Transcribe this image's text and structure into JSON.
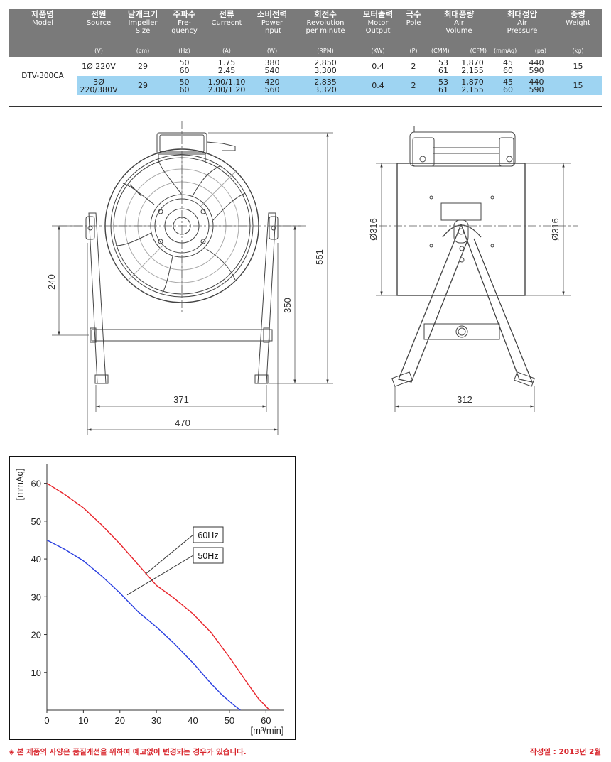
{
  "table": {
    "headers": [
      {
        "ko": "제품명",
        "en": [
          "Model"
        ],
        "unit": ""
      },
      {
        "ko": "전원",
        "en": [
          "Source"
        ],
        "unit": "(V)"
      },
      {
        "ko": "날개크기",
        "en": [
          "Impeller",
          "Size"
        ],
        "unit": "(cm)"
      },
      {
        "ko": "주파수",
        "en": [
          "Fre-",
          "quency"
        ],
        "unit": "(Hz)"
      },
      {
        "ko": "전류",
        "en": [
          "Currecnt"
        ],
        "unit": "(A)"
      },
      {
        "ko": "소비전력",
        "en": [
          "Power",
          "Input"
        ],
        "unit": "(W)"
      },
      {
        "ko": "회전수",
        "en": [
          "Revolution",
          "per minute"
        ],
        "unit": "(RPM)"
      },
      {
        "ko": "모터출력",
        "en": [
          "Motor",
          "Output"
        ],
        "unit": "(KW)"
      },
      {
        "ko": "극수",
        "en": [
          "Pole"
        ],
        "unit": "(P)"
      },
      {
        "ko": "최대풍량",
        "en": [
          "Air",
          "Volume"
        ],
        "units": [
          "(CMM)",
          "(CFM)"
        ]
      },
      {
        "ko": "최대정압",
        "en": [
          "Air",
          "Pressure"
        ],
        "units": [
          "(mmAq)",
          "(pa)"
        ]
      },
      {
        "ko": "중량",
        "en": [
          "Weight"
        ],
        "unit": "(kg)"
      }
    ],
    "model": "DTV-300CA",
    "rows": [
      {
        "source": "1Ø 220V",
        "impeller": "29",
        "frequency": [
          "50",
          "60"
        ],
        "current": [
          "1.75",
          "2.45"
        ],
        "power": [
          "380",
          "540"
        ],
        "rpm": [
          "2,850",
          "3,300"
        ],
        "motor": "0.4",
        "pole": "2",
        "cmm": [
          "53",
          "61"
        ],
        "cfm": [
          "1,870",
          "2,155"
        ],
        "mmaq": [
          "45",
          "60"
        ],
        "pa": [
          "440",
          "590"
        ],
        "weight": "15"
      },
      {
        "source": "3Ø 220/380V",
        "impeller": "29",
        "frequency": [
          "50",
          "60"
        ],
        "current": [
          "1.90/1.10",
          "2.00/1.20"
        ],
        "power": [
          "420",
          "560"
        ],
        "rpm": [
          "2,835",
          "3,320"
        ],
        "motor": "0.4",
        "pole": "2",
        "cmm": [
          "53",
          "61"
        ],
        "cfm": [
          "1,870",
          "2,155"
        ],
        "mmaq": [
          "45",
          "60"
        ],
        "pa": [
          "440",
          "590"
        ],
        "weight": "15"
      }
    ],
    "colors": {
      "header_bg": "#7a7a7a",
      "highlight_row": "#9ed4f2"
    }
  },
  "drawing": {
    "dimensions": {
      "front_axis_height": "240",
      "front_total_height": "551",
      "front_stand_height": "350",
      "front_inner_width": "371",
      "front_outer_width": "470",
      "side_left_diameter": "Ø316",
      "side_right_diameter": "Ø316",
      "side_width": "312"
    }
  },
  "chart_data": {
    "type": "line",
    "title": "",
    "xlabel": "[m³/min]",
    "ylabel": "[mmAq]",
    "xlim": [
      0,
      65
    ],
    "ylim": [
      0,
      65
    ],
    "x_ticks": [
      "0",
      "10",
      "20",
      "30",
      "40",
      "50",
      "60"
    ],
    "y_ticks": [
      "10",
      "20",
      "30",
      "40",
      "50",
      "60"
    ],
    "grid": false,
    "series": [
      {
        "name": "60Hz",
        "color": "#e8232a",
        "x": [
          0,
          5,
          10,
          15,
          20,
          25,
          30,
          35,
          40,
          45,
          50,
          55,
          58,
          61
        ],
        "y": [
          60,
          57,
          53.5,
          49,
          44,
          38.5,
          33,
          29.5,
          25.5,
          20.5,
          14,
          7,
          3,
          0
        ]
      },
      {
        "name": "50Hz",
        "color": "#2a3fe0",
        "x": [
          0,
          5,
          10,
          15,
          20,
          25,
          30,
          35,
          40,
          45,
          48,
          51,
          53
        ],
        "y": [
          45,
          42.5,
          39.5,
          35.5,
          31,
          26,
          22,
          17.5,
          12.5,
          7,
          4,
          1.5,
          0
        ]
      }
    ],
    "annotations": [
      {
        "label": "60Hz",
        "points_to_x": 27,
        "points_to_y": 36
      },
      {
        "label": "50Hz",
        "points_to_x": 22,
        "points_to_y": 30.5
      }
    ]
  },
  "footer": {
    "note": "◈ 본 제품의 사양은 품질개선을 위하여 예고없이 변경되는 경우가 있습니다.",
    "date": "작성일 : 2013년 2월"
  }
}
